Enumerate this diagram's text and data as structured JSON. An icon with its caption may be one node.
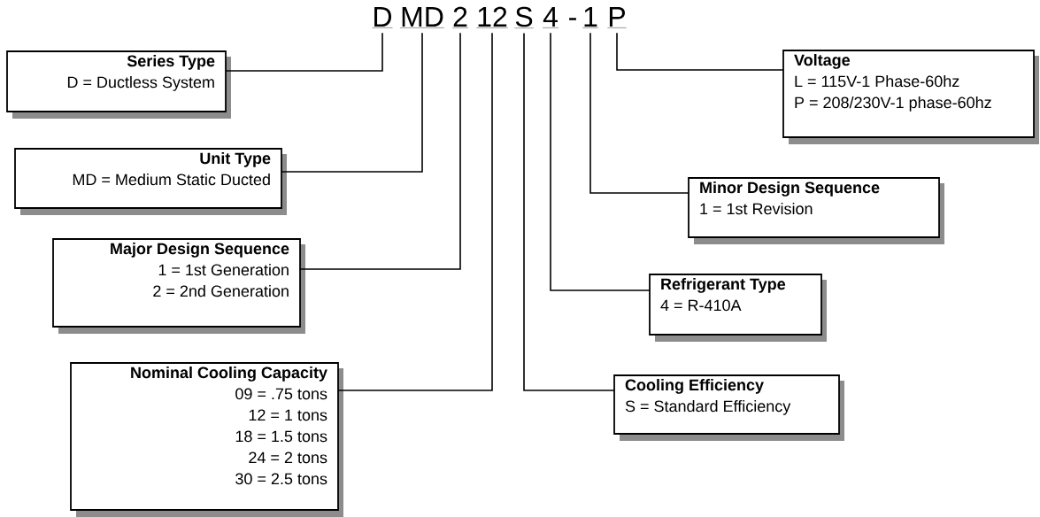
{
  "diagram": {
    "nodes": [
      {
        "text": [
          "D"
        ]
      },
      {
        "text": [
          "MD"
        ]
      },
      {
        "text": [
          "2"
        ]
      },
      {
        "text": [
          "12"
        ]
      },
      {
        "text": [
          "S"
        ]
      },
      {
        "text": [
          "4"
        ]
      },
      {
        "text": [
          "1"
        ]
      },
      {
        "text": [
          "P"
        ]
      },
      {
        "text": [
          "Series Type",
          "D = Ductless System"
        ]
      },
      {
        "text": [
          "Voltage",
          "L = 115V-1 Phase-60hz",
          "P = 208/230V-1 phase-60hz"
        ]
      },
      {
        "text": [
          "Unit Type",
          "MD = Medium Static Ducted"
        ]
      },
      {
        "text": [
          "Minor Design Sequence",
          "1 = 1st Revision"
        ]
      },
      {
        "text": [
          "Major Design Sequence",
          "1 = 1st Generation",
          "2 = 2nd Generation"
        ]
      },
      {
        "text": [
          "Refrigerant Type",
          "4 = R-410A"
        ]
      },
      {
        "text": [
          "Nominal Cooling Capacity",
          "09 = .75 tons",
          "12 = 1 tons",
          "18 = 1.5 tons",
          "24 = 2 tons",
          "30 = 2.5 tons"
        ]
      },
      {
        "text": [
          "Cooling Efficiency",
          "S = Standard Efficiency"
        ]
      }
    ],
    "edges": [
      {
        "from": 0,
        "to": 8,
        "arrow": "none"
      },
      {
        "from": 1,
        "to": 10,
        "arrow": "none"
      },
      {
        "from": 2,
        "to": 12,
        "arrow": "none"
      },
      {
        "from": 3,
        "to": 14,
        "arrow": "none"
      },
      {
        "from": 4,
        "to": 15,
        "arrow": "none"
      },
      {
        "from": 5,
        "to": 13,
        "arrow": "none"
      },
      {
        "from": 6,
        "to": 11,
        "arrow": "none"
      },
      {
        "from": 7,
        "to": 9,
        "arrow": "none"
      }
    ],
    "labels": [
      "-"
    ]
  }
}
